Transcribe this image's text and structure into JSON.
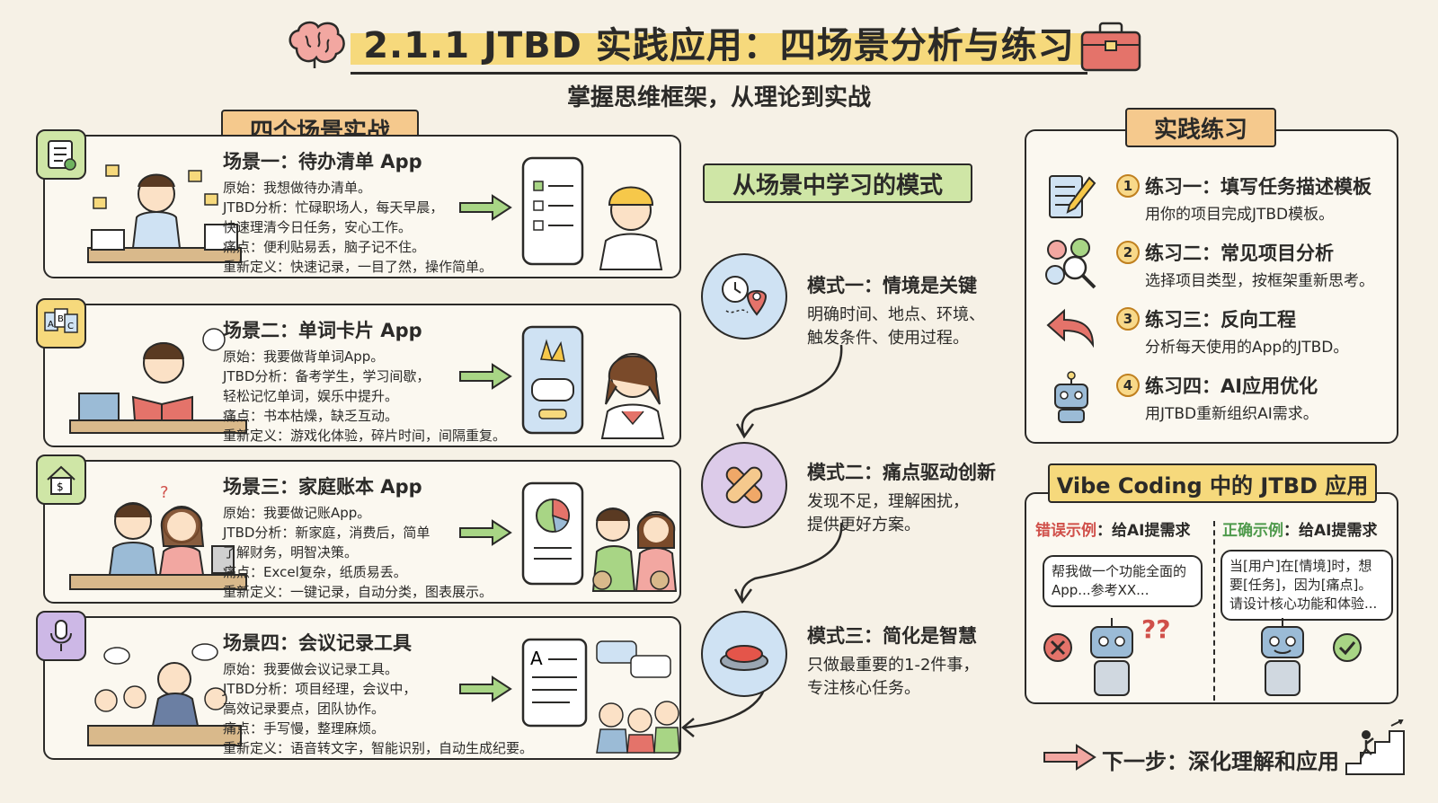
{
  "header": {
    "title": "2.1.1 JTBD 实践应用：四场景分析与练习",
    "subtitle": "掌握思维框架，从理论到实战"
  },
  "left": {
    "banner": "四个场景实战",
    "scenes": [
      {
        "title": "场景一：待办清单 App",
        "lines": [
          "原始：我想做待办清单。",
          "JTBD分析：忙碌职场人，每天早晨，",
          "快速理清今日任务，安心工作。",
          "痛点：便利贴易丢，脑子记不住。",
          "重新定义：快速记录，一目了然，操作简单。"
        ]
      },
      {
        "title": "场景二：单词卡片 App",
        "lines": [
          "原始：我要做背单词App。",
          "JTBD分析：备考学生，学习间歇，",
          "轻松记忆单词，娱乐中提升。",
          "痛点：书本枯燥，缺乏互动。",
          "重新定义：游戏化体验，碎片时间，间隔重复。"
        ]
      },
      {
        "title": "场景三：家庭账本 App",
        "lines": [
          "原始：我要做记账App。",
          "JTBD分析：新家庭，消费后，简单",
          "了解财务，明智决策。",
          "痛点：Excel复杂，纸质易丢。",
          "重新定义：一键记录，自动分类，图表展示。"
        ]
      },
      {
        "title": "场景四：会议记录工具",
        "lines": [
          "原始：我要做会议记录工具。",
          "JTBD分析：项目经理，会议中，",
          "高效记录要点，团队协作。",
          "痛点：手写慢，整理麻烦。",
          "重新定义：语音转文字，智能识别，自动生成纪要。"
        ]
      }
    ]
  },
  "middle": {
    "banner": "从场景中学习的模式",
    "patterns": [
      {
        "title": "模式一：情境是关键",
        "lines": [
          "明确时间、地点、环境、",
          "触发条件、使用过程。"
        ]
      },
      {
        "title": "模式二：痛点驱动创新",
        "lines": [
          "发现不足，理解困扰，",
          "提供更好方案。"
        ]
      },
      {
        "title": "模式三：简化是智慧",
        "lines": [
          "只做最重要的1-2件事，",
          "专注核心任务。"
        ]
      }
    ]
  },
  "practice": {
    "banner": "实践练习",
    "exercises": [
      {
        "num": "1",
        "title": "练习一：填写任务描述模板",
        "desc": "用你的项目完成JTBD模板。"
      },
      {
        "num": "2",
        "title": "练习二：常见项目分析",
        "desc": "选择项目类型，按框架重新思考。"
      },
      {
        "num": "3",
        "title": "练习三：反向工程",
        "desc": "分析每天使用的App的JTBD。"
      },
      {
        "num": "4",
        "title": "练习四：AI应用优化",
        "desc": "用JTBD重新组织AI需求。"
      }
    ]
  },
  "vibe": {
    "banner": "Vibe Coding 中的 JTBD 应用",
    "wrong_label": "错误示例",
    "right_label": "正确示例",
    "label_suffix": "：给AI提需求",
    "wrong_bubble": [
      "帮我做一个功能全面的",
      "App...参考XX..."
    ],
    "right_bubble": [
      "当[用户]在[情境]时，想",
      "要[任务]，因为[痛点]。",
      "请设计核心功能和体验..."
    ],
    "question_marks": "??"
  },
  "footer": {
    "next_step": "下一步：深化理解和应用"
  },
  "colors": {
    "accent_orange": "#f5c98d",
    "accent_green": "#cfe6a6",
    "accent_yellow": "#f6d97c",
    "wrong_red": "#d0504a",
    "right_green": "#4f9a4c"
  },
  "icons": [
    "brain-icon",
    "toolbox-icon",
    "checklist-icon",
    "abc-cards-icon",
    "house-money-icon",
    "microphone-icon",
    "clock-location-icon",
    "bandage-icon",
    "button-icon",
    "document-pencil-icon",
    "health-search-icon",
    "return-arrow-icon",
    "robot-icon",
    "stairs-climber-icon"
  ]
}
